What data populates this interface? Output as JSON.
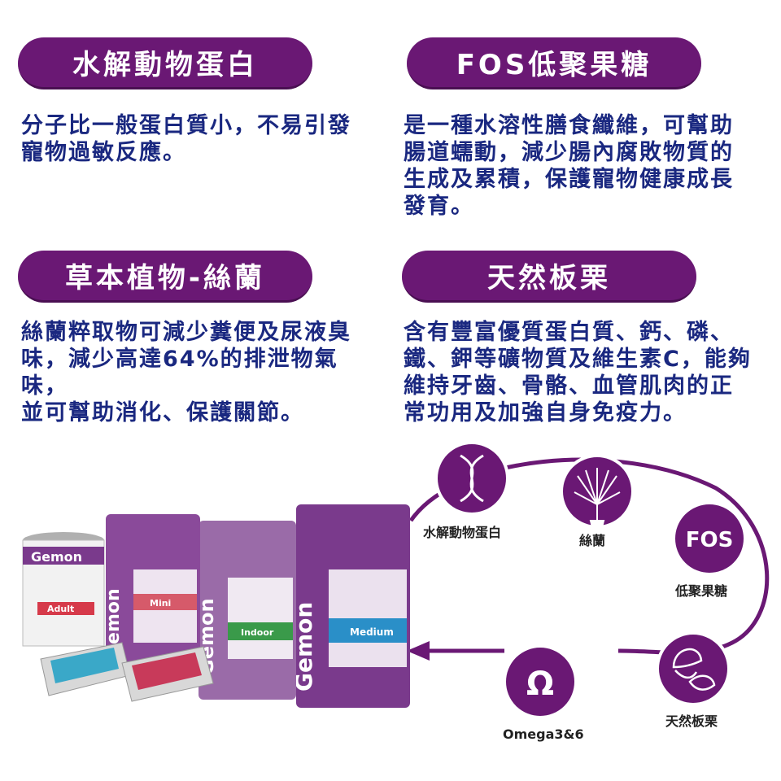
{
  "features": [
    {
      "title": "水解動物蛋白",
      "body": "分子比一般蛋白質小，不易引發\n寵物過敏反應。"
    },
    {
      "title": "FOS低聚果糖",
      "body": "是一種水溶性膳食纖維，可幫助\n腸道蠕動，減少腸內腐敗物質的\n生成及累積，保護寵物健康成長\n發育。"
    },
    {
      "title": "草本植物-絲蘭",
      "body": "絲蘭粹取物可減少糞便及尿液臭\n味，減少高達64%的排泄物氣味，\n並可幫助消化、保護關節。"
    },
    {
      "title": "天然板栗",
      "body": "含有豐富優質蛋白質、鈣、磷、\n鐵、鉀等礦物質及維生素C，能夠\n維持牙齒、骨骼、血管肌肉的正\n常功用及加強自身免疫力。"
    }
  ],
  "cycle": {
    "nodes": [
      {
        "label": "水解動物蛋白",
        "icon": "dna-icon"
      },
      {
        "label": "絲蘭",
        "icon": "yucca-plant-icon"
      },
      {
        "label": "低聚果糖",
        "icon_text": "FOS"
      },
      {
        "label": "天然板栗",
        "icon": "chestnut-icon"
      },
      {
        "label": "Omega3&6",
        "icon_text": "Ω"
      }
    ]
  },
  "products": {
    "brand": "Gemon",
    "can_label": "Adult",
    "bag_labels": [
      "Mini",
      "Indoor",
      "Medium"
    ]
  },
  "colors": {
    "accent": "#6a1874",
    "text": "#1a2880"
  }
}
